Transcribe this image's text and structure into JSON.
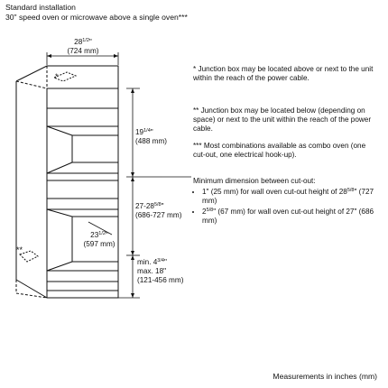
{
  "header": {
    "line1": "Standard installation",
    "line2": "30\" speed oven or microwave above a single oven***"
  },
  "dimensions": {
    "width_in_a": "28",
    "width_in_frac": "1/2",
    "width_in_b": "\"",
    "width_mm": "(724 mm)",
    "upper_in_a": "19",
    "upper_in_frac": "1/4",
    "upper_in_b": "\"",
    "upper_mm": "(488 mm)",
    "middle_in_a": "27-28",
    "middle_in_frac": "5/8",
    "middle_in_b": "\"",
    "middle_mm": "(686-727 mm)",
    "depth_in_a": "23",
    "depth_in_frac": "1/2",
    "depth_in_b": "\"",
    "depth_mm": "(597 mm)",
    "bottom_min_a": "min. 4",
    "bottom_min_frac": "3/4",
    "bottom_min_b": "\"",
    "bottom_max": "max. 18\"",
    "bottom_mm": "(121-456 mm)"
  },
  "markers": {
    "single": "*",
    "double": "**"
  },
  "notes": {
    "n1_mark": "*",
    "n1_text": "Junction box may be located above or next to the unit within the reach of the power cable.",
    "n2_mark": "**",
    "n2_text": "Junction box may be located below (depending on space) or next to the unit within the reach of the power cable.",
    "n3_mark": "***",
    "n3_text": "Most combinations available as combo oven (one cut-out, one electrical hook-up)."
  },
  "cutout": {
    "heading": "Minimum dimension between cut-out:",
    "b1_a": "1\" (25 mm) for wall oven cut-out height of 28",
    "b1_frac": "5/8",
    "b1_b": "\" (727 mm)",
    "b2_a": "2",
    "b2_frac": "5/8",
    "b2_b": "\" (67 mm) for wall oven cut-out height of 27\" (686 mm)"
  },
  "footer": {
    "units": "Measurements in inches (mm)"
  }
}
